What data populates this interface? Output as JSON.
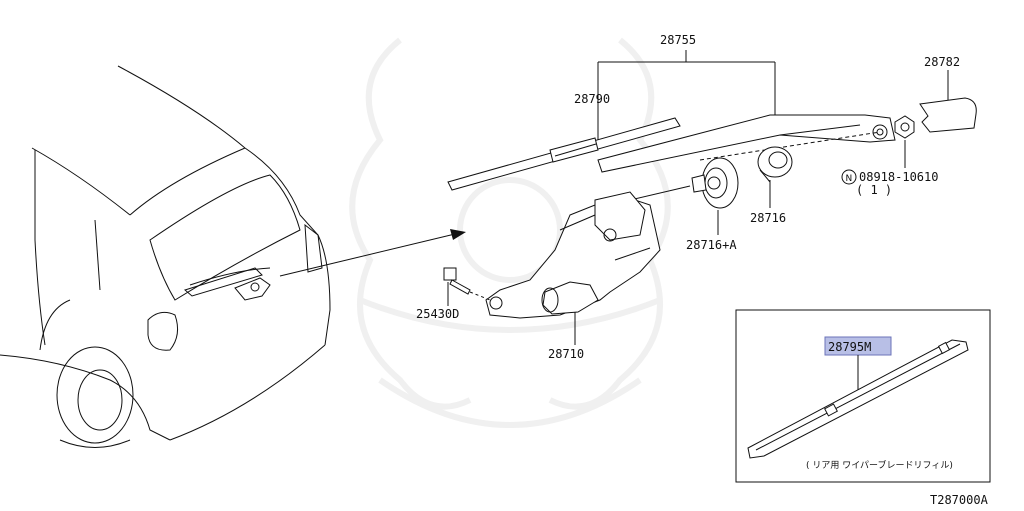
{
  "parts": {
    "p28755": "28755",
    "p28782": "28782",
    "p28790": "28790",
    "p08918": "08918-10610",
    "p08918_qty": "( 1 )",
    "p08918_prefix": "N",
    "p28716": "28716",
    "p28716a": "28716+A",
    "p25430": "25430D",
    "p28710": "28710",
    "p28795": "28795M"
  },
  "inset_caption": "( リア用 ワイパーブレードリフィル)",
  "diagram_code": "T287000A",
  "colors": {
    "highlight": "#b8bfe6"
  }
}
